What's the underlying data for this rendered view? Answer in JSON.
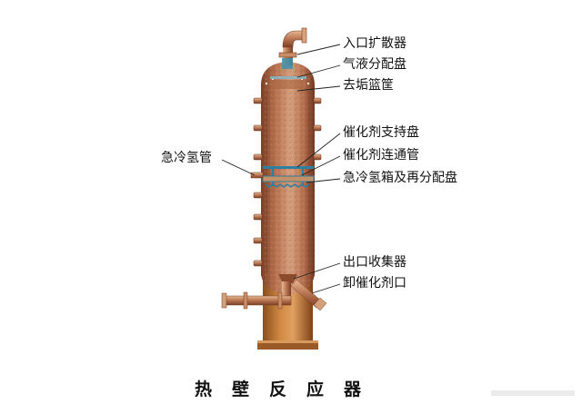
{
  "caption": "热壁反应器",
  "labels": {
    "inlet_diffuser": "入口扩散器",
    "gas_liquid_tray": "气液分配盘",
    "scale_basket": "去垢篮筐",
    "catalyst_support_tray": "催化剂支持盘",
    "catalyst_connect_pipe": "催化剂连通管",
    "quench_box": "急冷氢箱及再分配盘",
    "quench_pipe": "急冷氢管",
    "outlet_collector": "出口收集器",
    "catalyst_unload": "卸催化剂口"
  },
  "colors": {
    "vessel_fill": "#b56f4e",
    "vessel_dark": "#7a3f26",
    "vessel_light": "#d7a07e",
    "skirt": "#c9803c",
    "internals_blue": "#3f8fb0",
    "leader": "#222222"
  }
}
